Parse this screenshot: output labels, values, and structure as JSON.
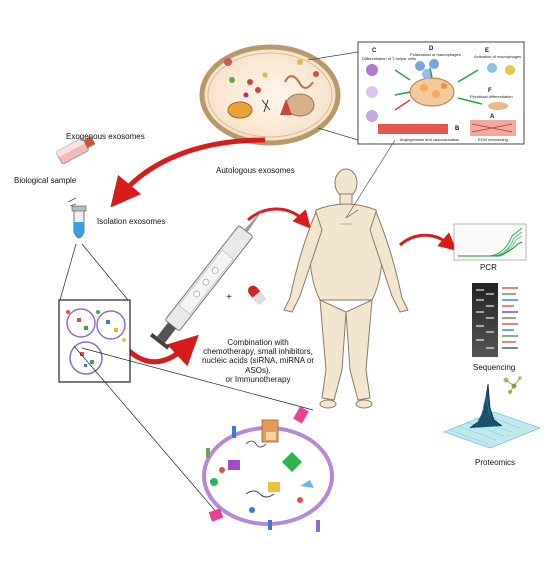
{
  "labels": {
    "exogenous": "Exogenous exosomes",
    "biological_sample": "Biological sample",
    "isolation": "Isolation exosomes",
    "autologous": "Autologous exosomes",
    "combination": "Combination with\nchemotherapy, small inhibitors,\nnucleic acids (siRNA, miRNA or ASOs),\nor Immunotherapy",
    "pcr": "PCR",
    "sequencing": "Sequencing",
    "proteomics": "Proteomics"
  },
  "panel": {
    "letters": [
      "C",
      "D",
      "E",
      "F",
      "A",
      "B"
    ],
    "texts": [
      "Differentiation of T-helper cells",
      "Polarization of macrophages",
      "Activation of macrophages",
      "Fibroblast differentiation",
      "Angiogenesis and vascularization",
      "ECM remodeling"
    ]
  },
  "colors": {
    "arrow_red": "#d81c1c",
    "skin": "#f3e6cf",
    "skin_stroke": "#8a7a66",
    "membrane": "#b48ad8",
    "line": "#222222"
  },
  "icons": [
    "flask-icon",
    "tube-icon",
    "syringe-icon",
    "capsule-icon",
    "human-figure-icon",
    "exosome-icon",
    "pcr-curve-icon",
    "gel-bands-icon",
    "proteomics-peak-icon"
  ]
}
